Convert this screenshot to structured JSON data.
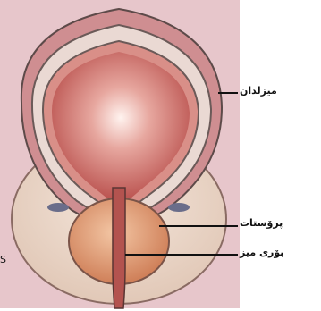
{
  "labels": {
    "bladder": "میزلدان",
    "prostate": "پرۆستات",
    "urethra": "بۆری میز"
  },
  "stray_text": "S",
  "colors": {
    "background_panel": "#e7c6cb",
    "outer_wall": "#cf8e91",
    "wall_light": "#ead9d3",
    "lumen": "#c8645c",
    "prostate": "#e2a57c"
  }
}
